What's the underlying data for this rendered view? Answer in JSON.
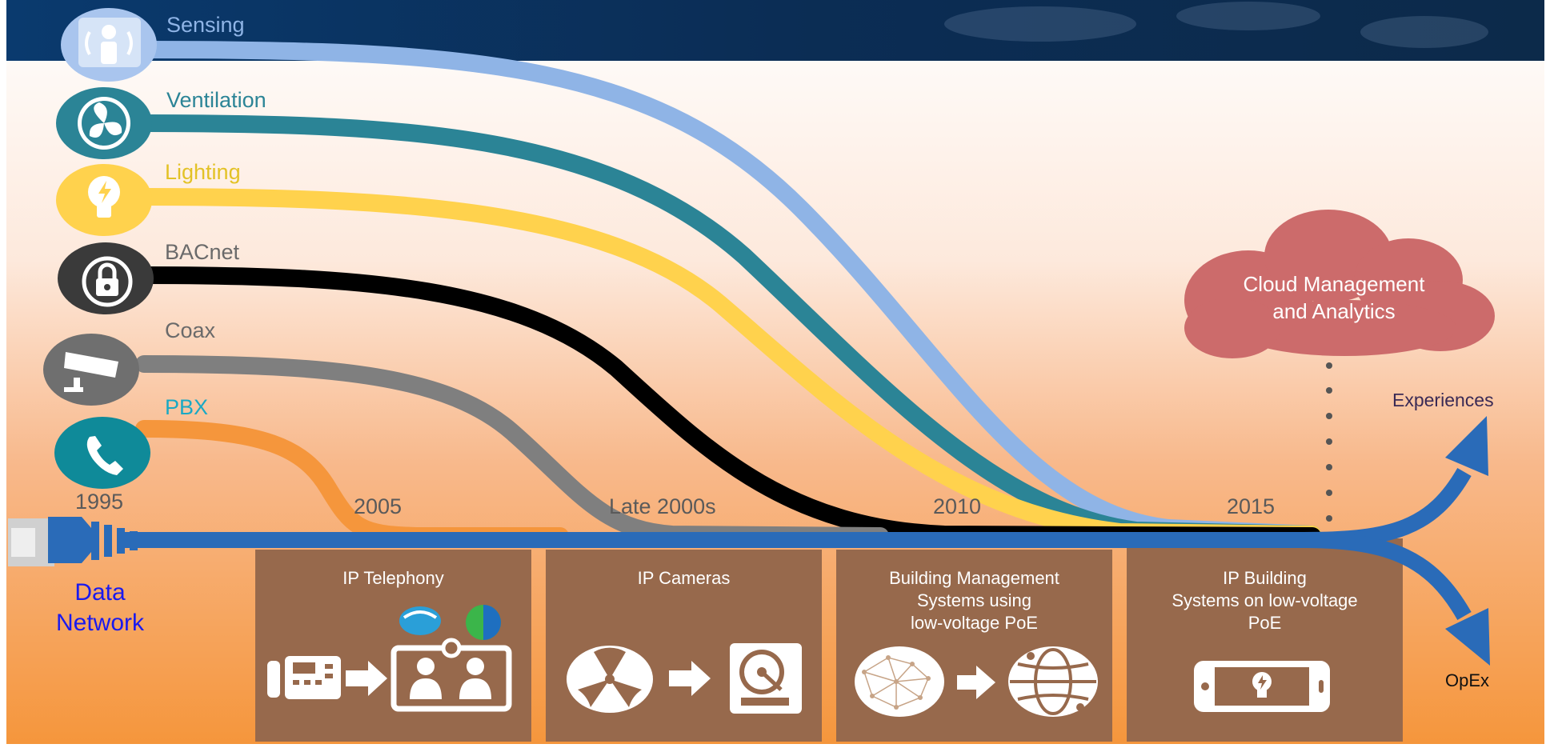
{
  "cables": [
    {
      "id": "sensing",
      "label": "Sensing",
      "color": "#8fb4e6",
      "icon": "sensor-person-icon"
    },
    {
      "id": "ventilation",
      "label": "Ventilation",
      "color": "#2b8496",
      "icon": "fan-icon"
    },
    {
      "id": "lighting",
      "label": "Lighting",
      "color": "#ffd24d",
      "label_color": "#e3c226",
      "icon": "lightbulb-icon"
    },
    {
      "id": "bacnet",
      "label": "BACnet",
      "color": "#000000",
      "label_color": "#6a6a6a",
      "icon": "security-lock-icon"
    },
    {
      "id": "coax",
      "label": "Coax",
      "color": "#7f7f7f",
      "label_color": "#6a6a6a",
      "icon": "security-camera-icon"
    },
    {
      "id": "pbx",
      "label": "PBX",
      "color": "#f5963c",
      "label_color": "#1aa9c4",
      "icon": "phone-icon"
    }
  ],
  "years": [
    "1995",
    "2005",
    "Late 2000s",
    "2010",
    "2015"
  ],
  "data_network": {
    "label_line1": "Data",
    "label_line2": "Network",
    "color": "#2a5fb0",
    "label_color": "#1a1aee",
    "icon": "ethernet-plug-icon"
  },
  "panels": [
    {
      "title": "IP Telephony",
      "icons": [
        "desk-phone-icon",
        "arrow-right-icon",
        "video-conference-icon",
        "webex-logo-icon",
        "jabber-logo-icon"
      ]
    },
    {
      "title": "IP Cameras",
      "icons": [
        "film-reel-icon",
        "arrow-right-icon",
        "hard-drive-icon"
      ]
    },
    {
      "title": "Building Management\nSystems using\nlow-voltage PoE",
      "icons": [
        "network-sphere-icon",
        "arrow-right-icon",
        "globe-icon"
      ]
    },
    {
      "title": "IP Building\nSystems on low-voltage\nPoE",
      "icons": [
        "smartphone-lightbulb-icon"
      ]
    }
  ],
  "cloud": {
    "text": "Cloud Management\nand Analytics",
    "color": "#cc6b6b"
  },
  "outcomes": {
    "up": "Experiences",
    "down": "OpEx",
    "arrow_color": "#2a6bb8"
  },
  "colors": {
    "header_dark": "#0a2f5c",
    "background_top": "#ffffff",
    "background_bottom": "#f5963c",
    "panel": "#97694c"
  }
}
